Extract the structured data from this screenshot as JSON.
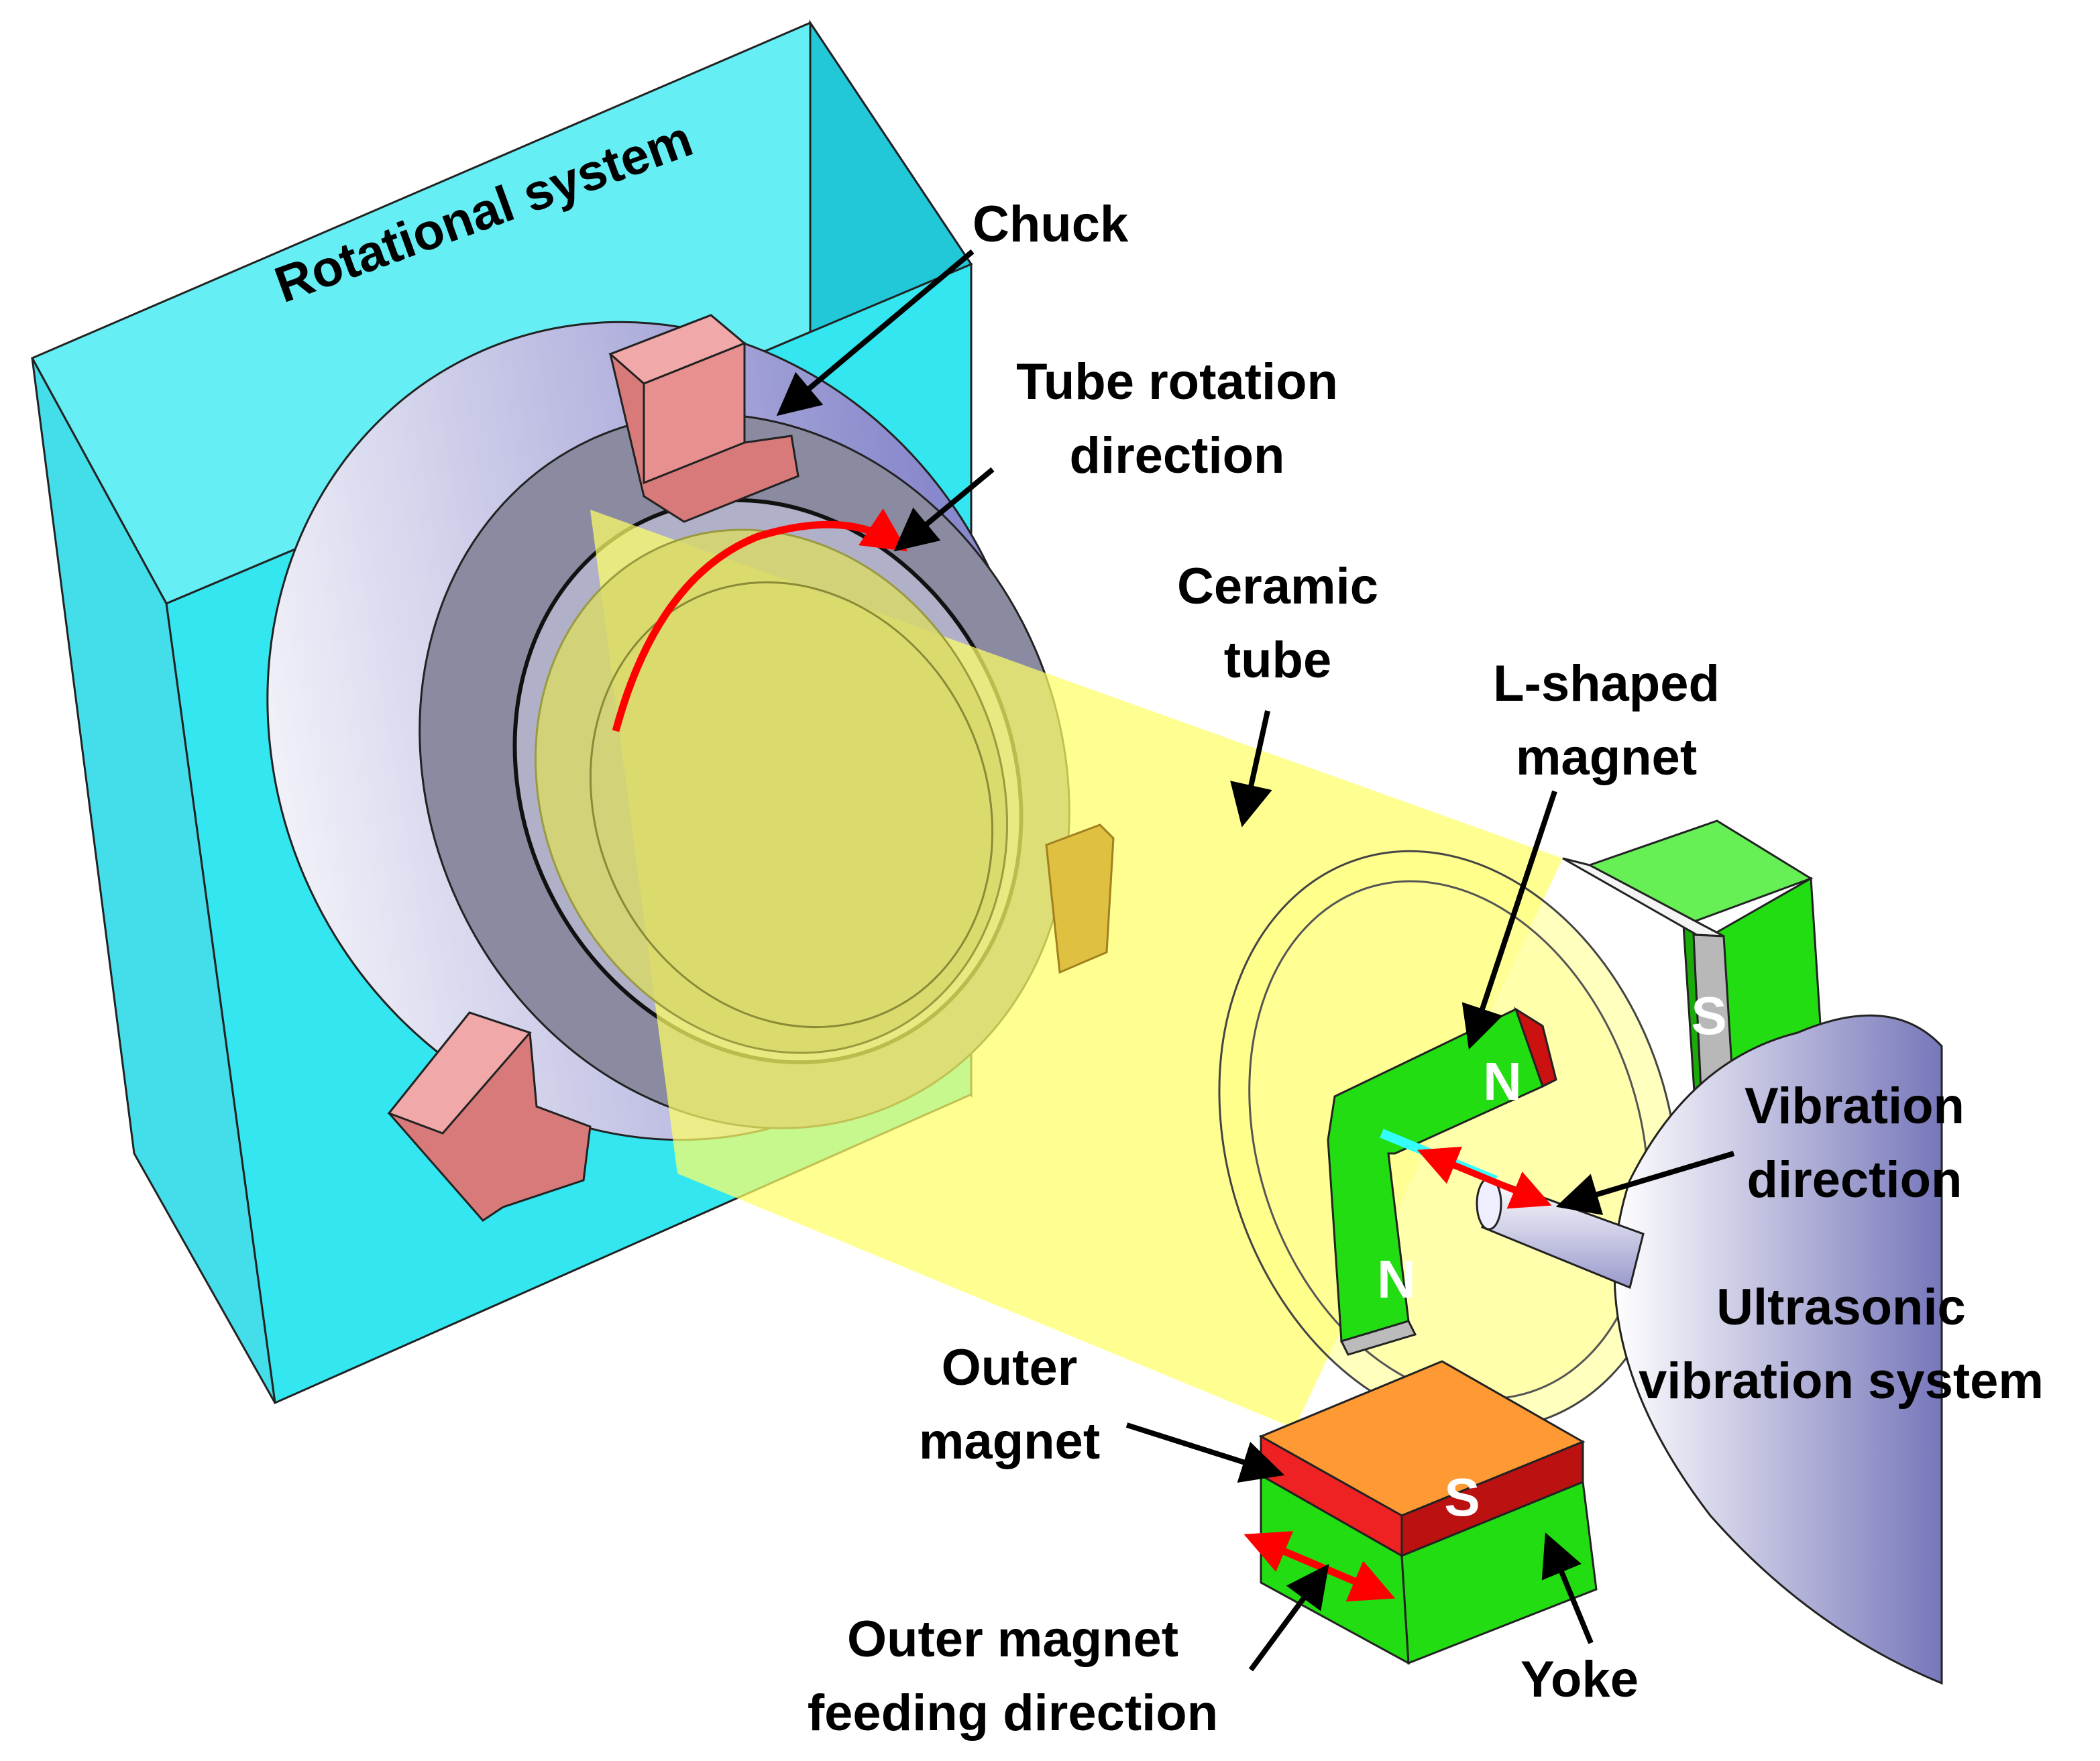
{
  "labels": {
    "rotational_system": "Rotational system",
    "chuck": "Chuck",
    "tube_rotation_1": "Tube rotation",
    "tube_rotation_2": "direction",
    "ceramic_1": "Ceramic",
    "ceramic_2": "tube",
    "lmag_1": "L-shaped",
    "lmag_2": "magnet",
    "vib_1": "Vibration",
    "vib_2": "direction",
    "ultra_1": "Ultrasonic",
    "ultra_2": "vibration system",
    "outer_1": "Outer",
    "outer_2": "magnet",
    "feed_1": "Outer magnet",
    "feed_2": "feeding direction",
    "yoke": "Yoke"
  },
  "poles": {
    "n_top": "N",
    "n_bottom": "N",
    "s_right": "S",
    "s_outer": "S"
  },
  "colors": {
    "rotational_system": "#33e6f0",
    "chuck_ring": "#8a8aa0",
    "chuck_jaw": "#e89090",
    "ceramic_tube": "#ffff66",
    "magnet_green": "#22dd11",
    "magnet_red": "#dd1111",
    "vibration_system": "#e8e8f8",
    "arrow_red": "#ff0000",
    "label_black": "#000000"
  }
}
